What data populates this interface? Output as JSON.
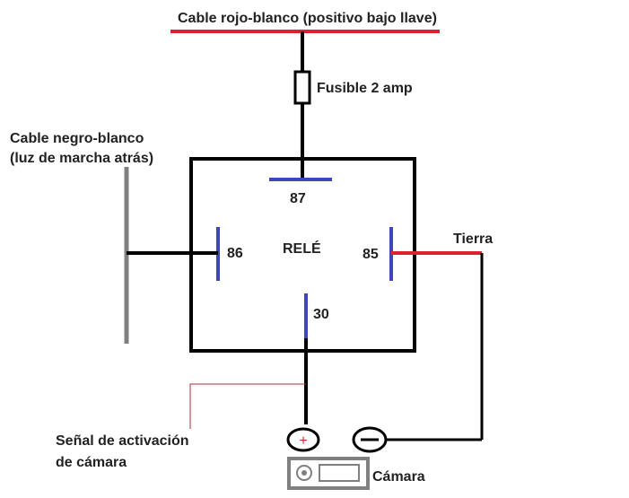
{
  "labels": {
    "top_cable": "Cable rojo-blanco (positivo bajo llave)",
    "fuse": "Fusible 2 amp",
    "left_cable_line1": "Cable negro-blanco",
    "left_cable_line2": "(luz de marcha atrás)",
    "relay": "RELÉ",
    "pin_87": "87",
    "pin_86": "86",
    "pin_85": "85",
    "pin_30": "30",
    "ground": "Tierra",
    "signal_line1": "Señal de  activación",
    "signal_line2": "de  cámara",
    "camera": "Cámara"
  },
  "colors": {
    "wire": "#000000",
    "positive_wire": "#d9232e",
    "pin": "#3d47b8",
    "reverse_light_wire": "#808080",
    "leader_line": "#b03030"
  },
  "symbols": {
    "plus": "+",
    "minus": "−"
  }
}
